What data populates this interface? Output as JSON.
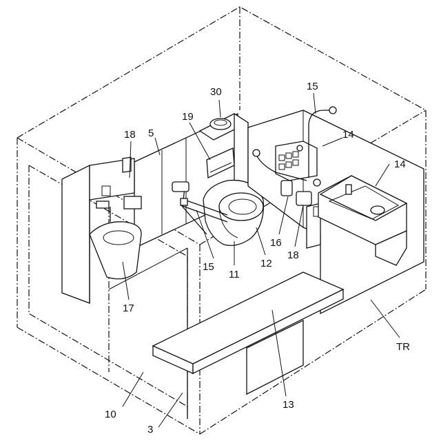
{
  "figure": {
    "labels": [
      "30",
      "15",
      "19",
      "18",
      "5",
      "14",
      "14",
      "16",
      "18",
      "15",
      "11",
      "12",
      "17",
      "13",
      "TR",
      "10",
      "3"
    ]
  }
}
